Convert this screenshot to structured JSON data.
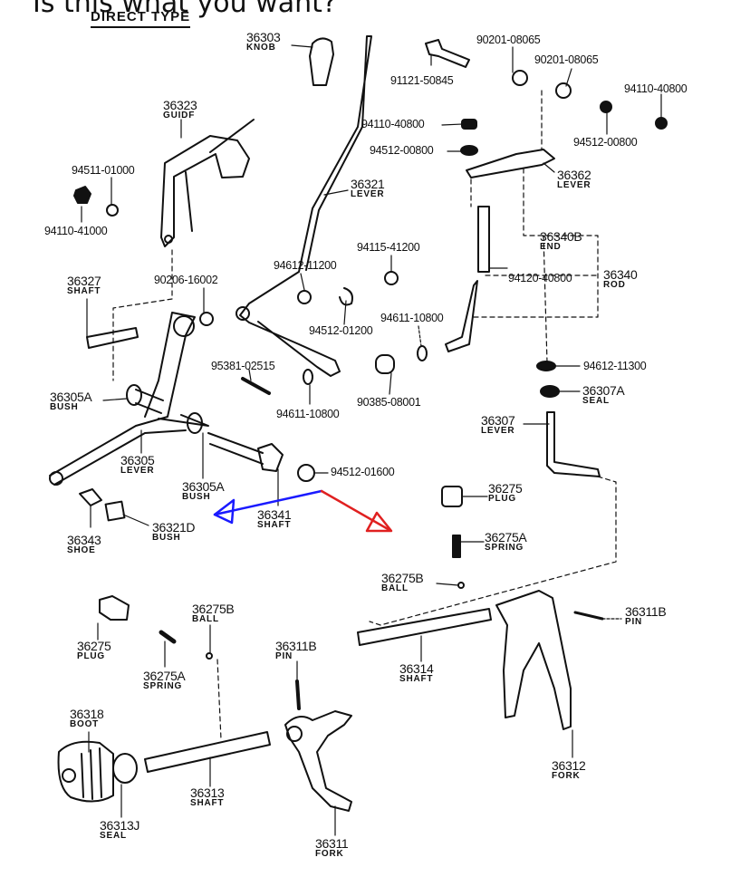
{
  "header": {
    "question": "Is this what you want?",
    "diagram_title": "DIRECT TYPE"
  },
  "labels": {
    "knob": {
      "num": "36303",
      "name": "KNOB"
    },
    "guide": {
      "num": "36323",
      "name": "GUIDF"
    },
    "lever_36321": {
      "num": "36321",
      "name": "LEVER"
    },
    "lever_36362": {
      "num": "36362",
      "name": "LEVER"
    },
    "end_36340b": {
      "num": "36340B",
      "name": "END"
    },
    "rod_36340": {
      "num": "36340",
      "name": "ROD"
    },
    "shaft_36327": {
      "num": "36327",
      "name": "SHAFT"
    },
    "bush_36305a_left": {
      "num": "36305A",
      "name": "BUSH"
    },
    "lever_36305": {
      "num": "36305",
      "name": "LEVER"
    },
    "bush_36305a_right": {
      "num": "36305A",
      "name": "BUSH"
    },
    "shaft_36341": {
      "num": "36341",
      "name": "SHAFT"
    },
    "shoe_36343": {
      "num": "36343",
      "name": "SHOE"
    },
    "bush_36321d": {
      "num": "36321D",
      "name": "BUSH"
    },
    "seal_36307a": {
      "num": "36307A",
      "name": "SEAL"
    },
    "lever_36307": {
      "num": "36307",
      "name": "LEVER"
    },
    "plug_36275_right": {
      "num": "36275",
      "name": "PLUG"
    },
    "spring_36275a_right": {
      "num": "36275A",
      "name": "SPRING"
    },
    "ball_36275b_right": {
      "num": "36275B",
      "name": "BALL"
    },
    "pin_36311b_right": {
      "num": "36311B",
      "name": "PIN"
    },
    "shaft_36314": {
      "num": "36314",
      "name": "SHAFT"
    },
    "fork_36312": {
      "num": "36312",
      "name": "FORK"
    },
    "plug_36275_left": {
      "num": "36275",
      "name": "PLUG"
    },
    "spring_36275a_left": {
      "num": "36275A",
      "name": "SPRING"
    },
    "ball_36275b_left": {
      "num": "36275B",
      "name": "BALL"
    },
    "pin_36311b_left": {
      "num": "36311B",
      "name": "PIN"
    },
    "boot_36318": {
      "num": "36318",
      "name": "BOOT"
    },
    "seal_36313j": {
      "num": "36313J",
      "name": "SEAL"
    },
    "shaft_36313": {
      "num": "36313",
      "name": "SHAFT"
    },
    "fork_36311": {
      "num": "36311",
      "name": "FORK"
    }
  },
  "part_numbers": {
    "p90201a": "90201-08065",
    "p90201b": "90201-08065",
    "p91121": "91121-50845",
    "p94110_40800_right": "94110-40800",
    "p94110_40800_mid": "94110-40800",
    "p94512_00800_mid": "94512-00800",
    "p94512_00800_right": "94512-00800",
    "p94511": "94511-01000",
    "p94110_41000": "94110-41000",
    "p90206": "90206-16002",
    "p94612_11200": "94612-11200",
    "p94115": "94115-41200",
    "p94512_01200": "94512-01200",
    "p94611_10800_a": "94611-10800",
    "p94120": "94120-40800",
    "p95381": "95381-02515",
    "p94611_10800_b": "94611-10800",
    "p90385": "90385-08001",
    "p94612_11300": "94612-11300",
    "p94512_01600": "94512-01600"
  },
  "annotations": {
    "blue_arrow_color": "#1a1aff",
    "red_arrow_color": "#e02020"
  }
}
